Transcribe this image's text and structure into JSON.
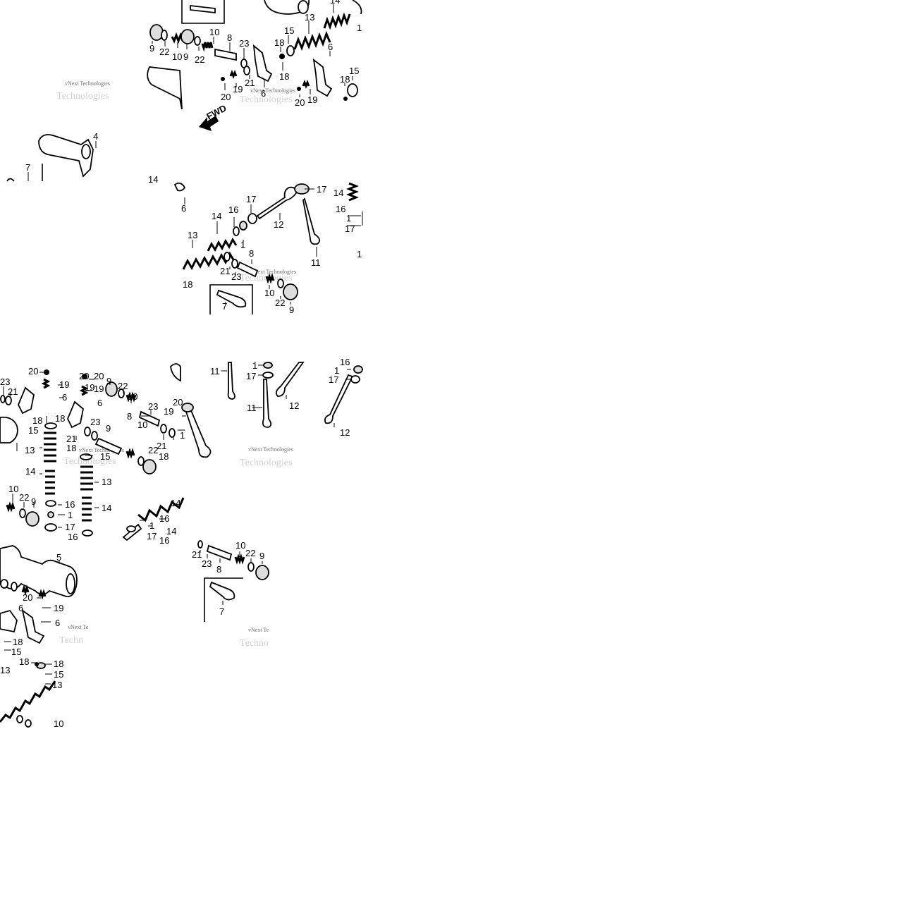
{
  "tiles": [
    {
      "id": "tile-a",
      "labels": [
        "9",
        "22",
        "10",
        "9",
        "22",
        "10",
        "8",
        "23",
        "21",
        "6",
        "18",
        "18",
        "15",
        "13",
        "14",
        "6",
        "15",
        "18",
        "19",
        "20",
        "19",
        "20",
        "1"
      ],
      "arrow_label": "FWD",
      "watermarks": [
        "vNext Technologies",
        "vNext Technologies"
      ]
    },
    {
      "id": "tile-b",
      "labels": [
        "4",
        "7",
        "14"
      ]
    },
    {
      "id": "tile-c",
      "labels": [
        "6",
        "17",
        "17",
        "14",
        "16",
        "1",
        "17",
        "12",
        "11",
        "13",
        "14",
        "16",
        "1",
        "8",
        "21",
        "23",
        "18",
        "10",
        "22",
        "9",
        "7",
        "1"
      ],
      "watermarks": [
        "vNext Technologies"
      ]
    },
    {
      "id": "tile-d",
      "labels": [
        "20",
        "19",
        "6",
        "20",
        "19",
        "9",
        "22",
        "10",
        "23",
        "21",
        "6",
        "18",
        "15",
        "18",
        "23",
        "8",
        "10",
        "22",
        "9",
        "23",
        "21",
        "13",
        "21",
        "18",
        "15",
        "13",
        "14",
        "14",
        "16",
        "1",
        "17",
        "16",
        "10",
        "22",
        "9",
        "18",
        "14",
        "16",
        "1",
        "17",
        "14",
        "16",
        "20",
        "19",
        "1",
        "19",
        "20"
      ],
      "watermarks": [
        "vNext Technologies"
      ]
    },
    {
      "id": "tile-e",
      "labels": [
        "11",
        "1",
        "17",
        "11",
        "12",
        "16",
        "1",
        "17",
        "12"
      ],
      "watermarks": [
        "vNext Technologies"
      ]
    },
    {
      "id": "tile-f",
      "labels": [
        "5",
        "20",
        "19",
        "6",
        "6",
        "18",
        "15",
        "13",
        "18",
        "18",
        "15",
        "13",
        "10"
      ],
      "watermarks": [
        "vNext Te"
      ]
    },
    {
      "id": "tile-g",
      "labels": [
        "21",
        "23",
        "8",
        "10",
        "22",
        "9",
        "7"
      ],
      "watermarks": [
        "vNext Te"
      ]
    }
  ]
}
